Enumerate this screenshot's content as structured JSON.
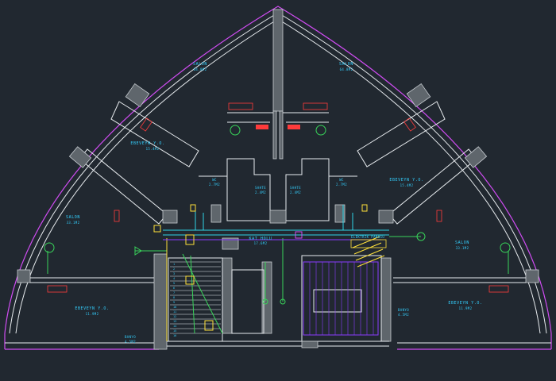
{
  "rooms": {
    "salon_top_left": {
      "name": "SALON",
      "area": "64.8M2"
    },
    "salon_top_right": {
      "name": "SALON",
      "area": "64.8M2"
    },
    "ebeveyn_top_left": {
      "name": "EBEVEYN Y.O.",
      "area": "15.4M2"
    },
    "ebeveyn_top_right": {
      "name": "EBEVEYN Y.O.",
      "area": "15.4M2"
    },
    "salon_left": {
      "name": "SALON",
      "area": "33.1M2"
    },
    "salon_right": {
      "name": "SALON",
      "area": "33.1M2"
    },
    "ebeveyn_bottom_left": {
      "name": "EBEVEYN Y.O.",
      "area": "11.9M2"
    },
    "ebeveyn_bottom_right": {
      "name": "EBEVEYN Y.O.",
      "area": "11.9M2"
    },
    "banyo_left": {
      "name": "BANYO",
      "area": "4.5M2"
    },
    "banyo_right": {
      "name": "BANYO",
      "area": "4.5M2"
    },
    "wc_left": {
      "name": "WC",
      "area": "2.7M2"
    },
    "wc_right": {
      "name": "WC",
      "area": "2.7M2"
    },
    "sahte_left": {
      "name": "SAHTE",
      "area": "2.4M2"
    },
    "sahte_right": {
      "name": "SAHTE",
      "area": "2.4M2"
    },
    "kat_holu": {
      "name": "KAT HOLU",
      "area": "17.6M2"
    },
    "elektrik_panosu": {
      "name": "ELEKTRIK PANOSU"
    }
  },
  "tags": {
    "left_top": "",
    "right_top": "",
    "mid_left": "",
    "mid_right": ""
  },
  "stair_numbers": [
    "1",
    "2",
    "3",
    "4",
    "5",
    "6",
    "7",
    "8",
    "9",
    "10",
    "11",
    "12",
    "13",
    "14",
    "15",
    "16"
  ],
  "colors": {
    "background": "#212830",
    "wall": "#5f666c",
    "outline": "#d04cf2",
    "cyan": "#2fd4e6",
    "green": "#39d45a",
    "yellow": "#ffe13a",
    "red": "#ff3b3b"
  }
}
